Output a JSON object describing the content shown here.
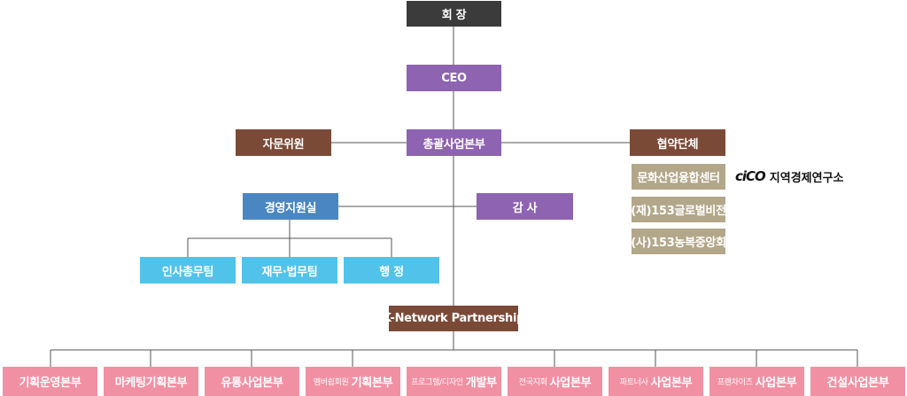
{
  "chairman": "회 장",
  "ceo": "CEO",
  "advisory": "자문위원",
  "general_hq": "총괄사업본부",
  "partner_orgs": {
    "title": "협약단체",
    "items": [
      "문화산업융합센터",
      "(재)153글로벌비전",
      "(사)153농복중앙회"
    ],
    "logo_mark": "ciCO",
    "logo_text": "지역경제연구소"
  },
  "management_office": "경영지원실",
  "audit": "감 사",
  "teams": [
    "인사총무팀",
    "재무·법무팀",
    "행 정"
  ],
  "partnership": "K-Network Partnership",
  "divisions": [
    {
      "prefix": "",
      "name": "기획운영본부"
    },
    {
      "prefix": "",
      "name": "마케팅기획본부"
    },
    {
      "prefix": "",
      "name": "유통사업본부"
    },
    {
      "prefix": "멤버쉽회원",
      "name": "기획본부"
    },
    {
      "prefix": "프로그램/디자인",
      "name": "개발부"
    },
    {
      "prefix": "전국지회",
      "name": "사업본부"
    },
    {
      "prefix": "파트너사",
      "name": "사업본부"
    },
    {
      "prefix": "프랜차이즈",
      "name": "사업본부"
    },
    {
      "prefix": "",
      "name": "건설사업본부"
    }
  ]
}
